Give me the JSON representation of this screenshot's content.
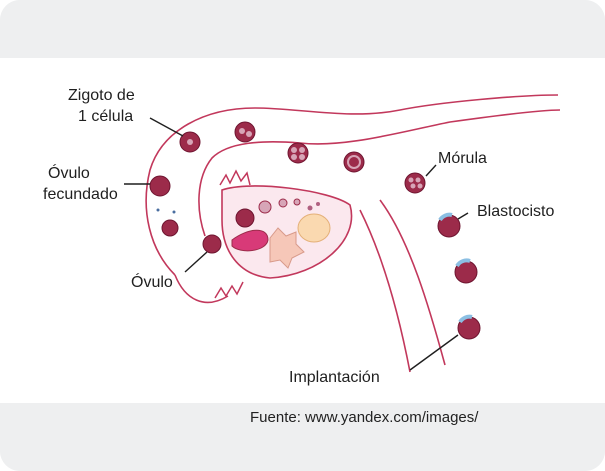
{
  "diagram": {
    "labels": {
      "zigoto_line1": "Zigoto de",
      "zigoto_line2": "1 célula",
      "ovulo_fecundado_line1": "Óvulo",
      "ovulo_fecundado_line2": "fecundado",
      "ovulo": "Óvulo",
      "morula": "Mórula",
      "blastocisto": "Blastocisto",
      "implantacion": "Implantación"
    },
    "colors": {
      "tube_line": "#c2385c",
      "cell_fill": "#9c2b4a",
      "cell_stroke": "#6e1530",
      "cell_light": "#d7a5b7",
      "ovary_pink": "#f3a2bd",
      "blasto_blue": "#8bbfe3"
    }
  },
  "footer": {
    "source": "Fuente: www.yandex.com/images/"
  }
}
